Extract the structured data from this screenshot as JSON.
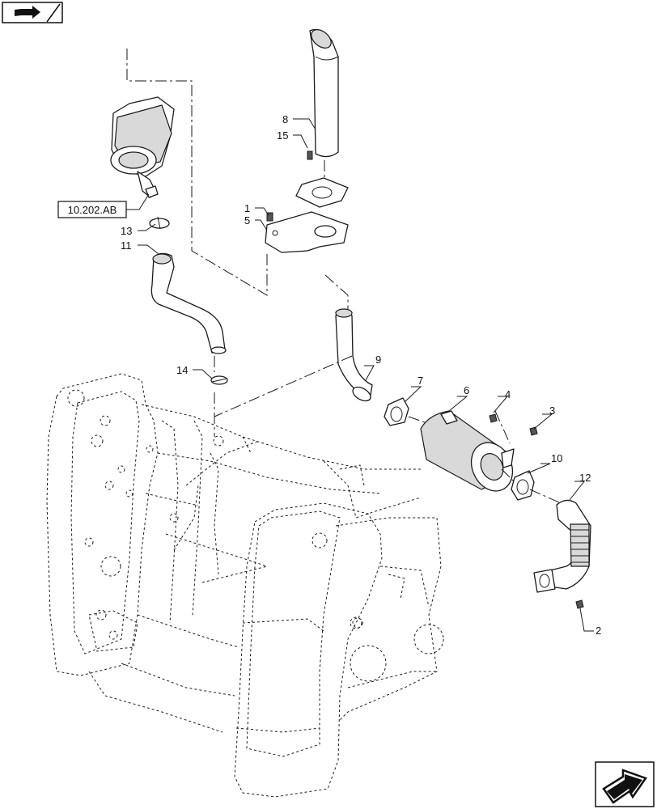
{
  "reference_label": "10.202.AB",
  "callouts": [
    {
      "id": "c1",
      "text": "1"
    },
    {
      "id": "c2",
      "text": "2"
    },
    {
      "id": "c3",
      "text": "3"
    },
    {
      "id": "c4",
      "text": "4"
    },
    {
      "id": "c5",
      "text": "5"
    },
    {
      "id": "c6",
      "text": "6"
    },
    {
      "id": "c7",
      "text": "7"
    },
    {
      "id": "c8",
      "text": "8"
    },
    {
      "id": "c9",
      "text": "9"
    },
    {
      "id": "c10",
      "text": "10"
    },
    {
      "id": "c11",
      "text": "11"
    },
    {
      "id": "c12",
      "text": "12"
    },
    {
      "id": "c13",
      "text": "13"
    },
    {
      "id": "c14",
      "text": "14"
    },
    {
      "id": "c15",
      "text": "15"
    }
  ],
  "icons": {
    "top_left": "book-arrow-icon",
    "bottom_right": "next-page-arrow-icon"
  }
}
